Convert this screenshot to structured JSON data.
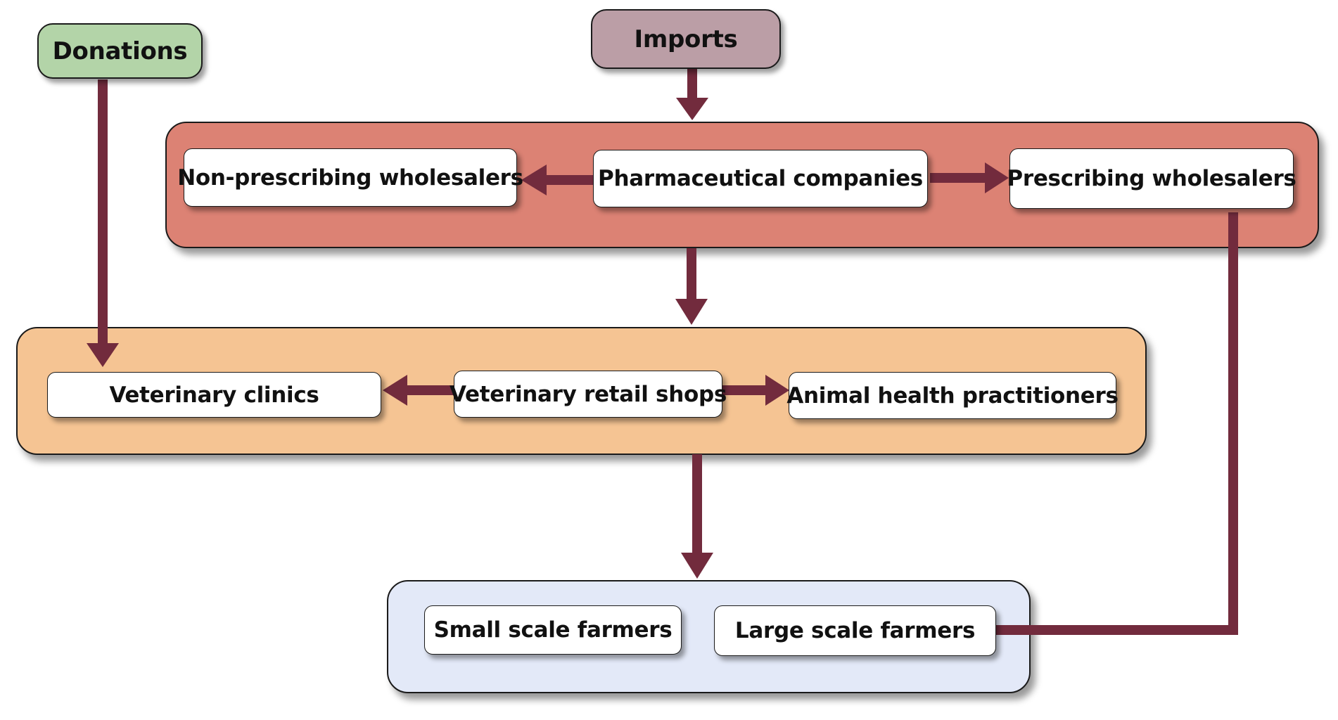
{
  "colors": {
    "donations_fill": "#b3d4a8",
    "imports_fill": "#bb9ea6",
    "tier1_fill": "#dc8274",
    "tier2_fill": "#f5c493",
    "tier3_fill": "#e3e9f8",
    "arrow": "#722b3d"
  },
  "sources": {
    "donations": "Donations",
    "imports": "Imports"
  },
  "tier1": {
    "non_prescribing": "Non-prescribing wholesalers",
    "pharma": "Pharmaceutical companies",
    "prescribing": "Prescribing wholesalers"
  },
  "tier2": {
    "clinics": "Veterinary clinics",
    "retail": "Veterinary retail shops",
    "practitioners": "Animal health practitioners"
  },
  "tier3": {
    "small": "Small scale farmers",
    "large": "Large scale farmers"
  }
}
